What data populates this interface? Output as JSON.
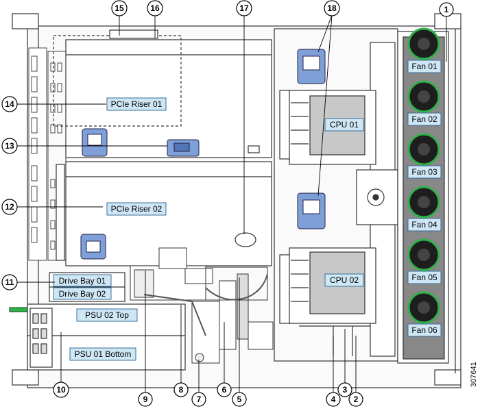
{
  "figure_id": "307641",
  "components": {
    "riser1": "PCIe Riser 01",
    "riser2": "PCIe Riser 02",
    "cpu1": "CPU 01",
    "cpu2": "CPU 02",
    "bay1": "Drive Bay 01",
    "bay2": "Drive Bay 02",
    "psu2": "PSU 02 Top",
    "psu1": "PSU 01 Bottom",
    "fans": [
      "Fan 01",
      "Fan 02",
      "Fan 03",
      "Fan 04",
      "Fan 05",
      "Fan 06"
    ]
  },
  "callouts": [
    "1",
    "2",
    "3",
    "4",
    "5",
    "6",
    "7",
    "8",
    "9",
    "10",
    "11",
    "12",
    "13",
    "14",
    "15",
    "16",
    "17",
    "18"
  ],
  "colors": {
    "label_fill": "#cfe6f5",
    "label_stroke": "#3a6d99",
    "latch_blue": "#7f9fd8",
    "fan_green": "#2fb24a",
    "heatsink_gray": "#c8c8c8",
    "board_line": "#333333"
  }
}
